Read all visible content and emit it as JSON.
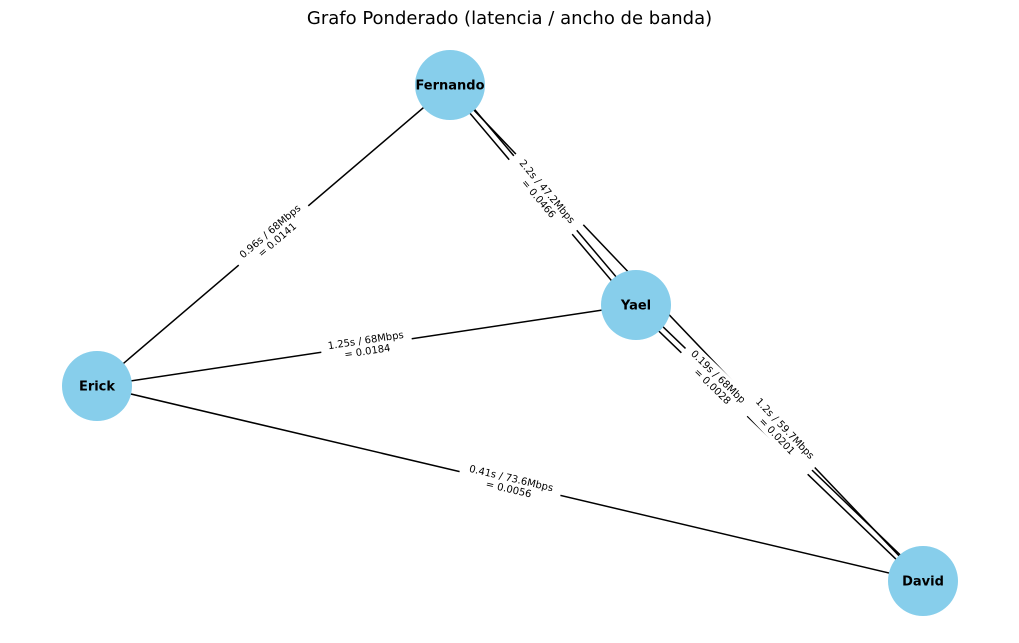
{
  "title": "Grafo Ponderado (latencia / ancho de banda)",
  "colors": {
    "node_fill": "#87ceeb",
    "edge": "#000000",
    "label_bg": "#ffffff",
    "text": "#000000"
  },
  "nodes": [
    {
      "id": "fernando",
      "label": "Fernando"
    },
    {
      "id": "yael",
      "label": "Yael"
    },
    {
      "id": "erick",
      "label": "Erick"
    },
    {
      "id": "david",
      "label": "David"
    }
  ],
  "edges": [
    {
      "id": "erick-fernando",
      "from": "erick",
      "to": "fernando",
      "line1": "0.96s / 68Mbps",
      "line2": "= 0.0141"
    },
    {
      "id": "fernando-yael",
      "from": "fernando",
      "to": "yael",
      "line1": "2.2s / 47.2Mbps",
      "line2": "= 0.0466"
    },
    {
      "id": "erick-yael",
      "from": "erick",
      "to": "yael",
      "line1": "1.25s / 68Mbps",
      "line2": "= 0.0184"
    },
    {
      "id": "yael-david",
      "from": "yael",
      "to": "david",
      "line1": "0.19s / 68Mbps",
      "line2": "= 0.0028"
    },
    {
      "id": "erick-david",
      "from": "erick",
      "to": "david",
      "line1": "0.41s / 73.6Mbps",
      "line2": "= 0.0056"
    },
    {
      "id": "fernando-david",
      "from": "fernando",
      "to": "david",
      "line1": "1.2s / 59.7Mbps",
      "line2": "= 0.0201"
    }
  ]
}
